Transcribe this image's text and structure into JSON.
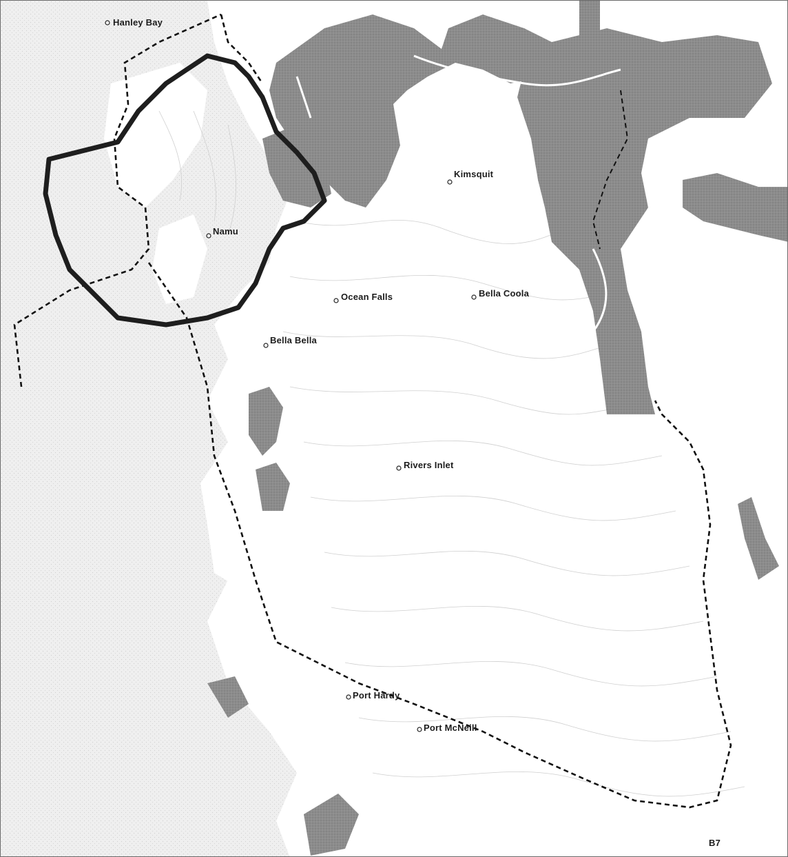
{
  "map": {
    "colors": {
      "water": "#ececec",
      "land": "#ffffff",
      "protected_area": "#8a8a8a",
      "boundary_line": "#111111",
      "study_area_outline": "#1e1e1e",
      "contour": "#c9c9c9"
    },
    "places": [
      {
        "id": "hanley-bay",
        "name": "Hanley Bay"
      },
      {
        "id": "kimsquit",
        "name": "Kimsquit"
      },
      {
        "id": "namu",
        "name": "Namu"
      },
      {
        "id": "ocean-falls",
        "name": "Ocean Falls"
      },
      {
        "id": "bella-coola",
        "name": "Bella Coola"
      },
      {
        "id": "bella-bella",
        "name": "Bella Bella"
      },
      {
        "id": "rivers-inlet",
        "name": "Rivers Inlet"
      },
      {
        "id": "port-hardy",
        "name": "Port Hardy"
      },
      {
        "id": "port-mcneill",
        "name": "Port McNeill"
      }
    ],
    "corner_label": "B7"
  }
}
